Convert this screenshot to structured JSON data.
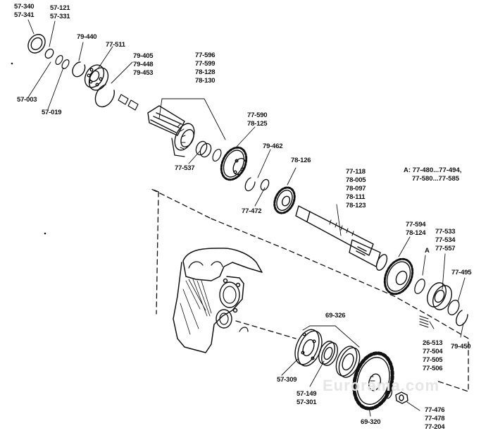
{
  "note": {
    "line1": "A: 77-480...77-494,",
    "line2": "77-580...77-585"
  },
  "callouts": [
    {
      "id": "c1",
      "text": "57-340\n57-341"
    },
    {
      "id": "c2",
      "text": "57-121\n57-331"
    },
    {
      "id": "c3",
      "text": "79-440"
    },
    {
      "id": "c4",
      "text": "77-511"
    },
    {
      "id": "c5",
      "text": "79-405\n79-448\n79-453"
    },
    {
      "id": "c6",
      "text": "77-596\n77-599\n78-128\n78-130"
    },
    {
      "id": "c7",
      "text": "57-003"
    },
    {
      "id": "c8",
      "text": "57-019"
    },
    {
      "id": "c9",
      "text": "77-590\n78-125"
    },
    {
      "id": "c10",
      "text": "79-462"
    },
    {
      "id": "c11",
      "text": "77-537"
    },
    {
      "id": "c12",
      "text": "78-126"
    },
    {
      "id": "c13",
      "text": "77-118\n78-005\n78-097\n78-111\n78-123"
    },
    {
      "id": "c14",
      "text": "77-472"
    },
    {
      "id": "c15",
      "text": "77-594\n78-124"
    },
    {
      "id": "c16",
      "text": "77-533\n77-534\n77-557"
    },
    {
      "id": "c17",
      "text": "A"
    },
    {
      "id": "c18",
      "text": "77-495"
    },
    {
      "id": "c19",
      "text": "69-326"
    },
    {
      "id": "c20",
      "text": "26-513\n77-504\n77-505\n77-506"
    },
    {
      "id": "c21",
      "text": "79-450"
    },
    {
      "id": "c22",
      "text": "57-309"
    },
    {
      "id": "c23",
      "text": "57-149\n57-301"
    },
    {
      "id": "c24",
      "text": "69-320"
    },
    {
      "id": "c25",
      "text": "77-476\n77-478\n77-204"
    }
  ],
  "watermark": "Eurorama.com"
}
